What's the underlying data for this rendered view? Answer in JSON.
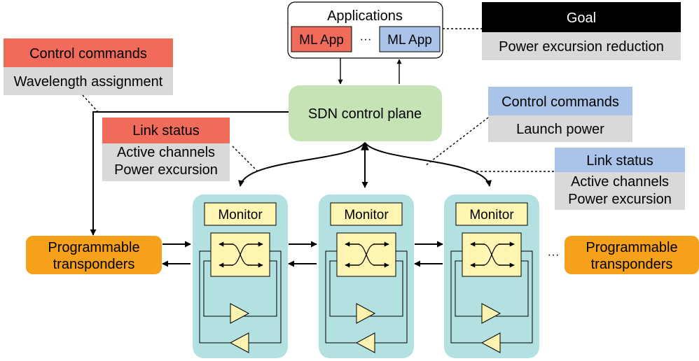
{
  "applications": {
    "title": "Applications",
    "apps": [
      {
        "label": "ML App",
        "color": "#f16b5a"
      },
      {
        "label": "ML App",
        "color": "#a9c4e8"
      }
    ],
    "ellipsis": "···"
  },
  "goal": {
    "header": "Goal",
    "body": "Power excursion reduction"
  },
  "left_commands": {
    "header": "Control commands",
    "body": "Wavelength assignment"
  },
  "sdn": {
    "label": "SDN control plane"
  },
  "left_status": {
    "header": "Link status",
    "lines": [
      "Active channels",
      "Power excursion"
    ]
  },
  "right_commands": {
    "header": "Control commands",
    "body": "Launch power"
  },
  "right_status": {
    "header": "Link status",
    "lines": [
      "Active channels",
      "Power excursion"
    ]
  },
  "nodes": [
    {
      "monitor_label": "Monitor"
    },
    {
      "monitor_label": "Monitor"
    },
    {
      "monitor_label": "Monitor"
    }
  ],
  "transponders_left": {
    "lines": [
      "Programmable",
      "transponders"
    ]
  },
  "transponders_right": {
    "lines": [
      "Programmable",
      "transponders"
    ]
  },
  "trailing_ellipsis": "···",
  "colors": {
    "red_header": "#f16b5a",
    "blue_header": "#a9c4e8",
    "gray_body": "#d9d9d9",
    "black_header": "#000000",
    "sdn_green": "#c5e3b5",
    "node_teal": "#b3e0e0",
    "monitor_yellow": "#fff5b3",
    "amp_yellow": "#fdf3b0",
    "transponder_orange": "#f5a11c"
  }
}
